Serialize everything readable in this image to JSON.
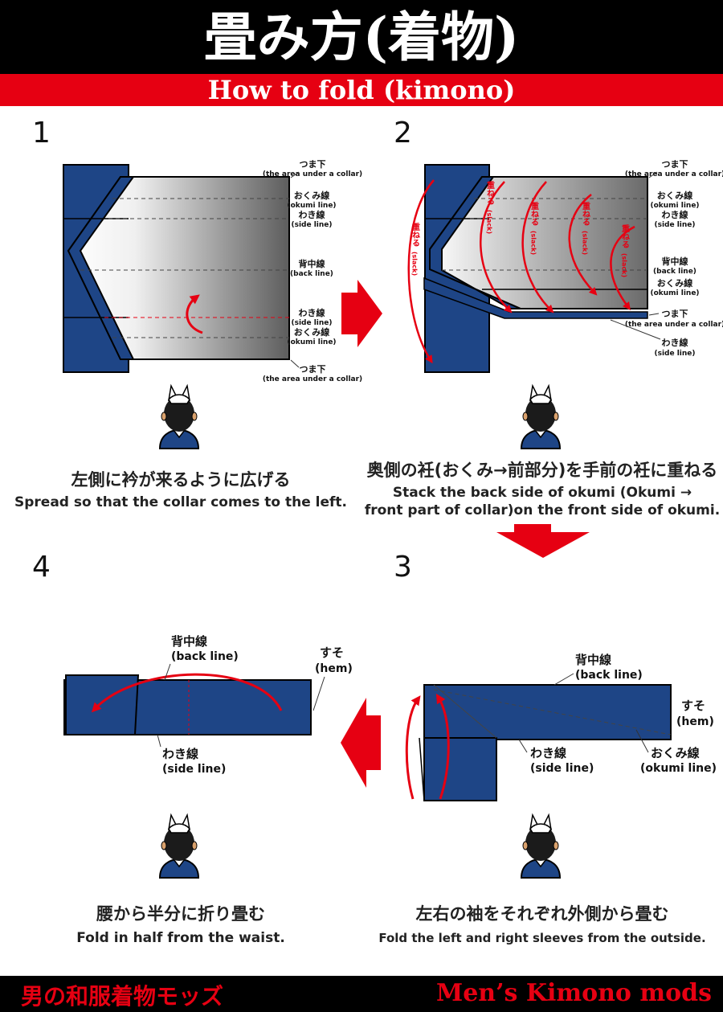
{
  "title": "畳み方(着物)",
  "subtitle": "How to fold (kimono)",
  "footer": {
    "jp": "男の和服着物モッズ",
    "en": "Men’s Kimono mods"
  },
  "colors": {
    "navy": "#1e4586",
    "red": "#e60012",
    "black": "#000000"
  },
  "steps": [
    {
      "number": "1",
      "caption_jp": "左側に衿が来るように広げる",
      "caption_en": "Spread so that the collar comes to the left.",
      "labels": {
        "tsumashita_jp": "つま下",
        "tsumashita_en": "(the area under a collar)",
        "okumi_jp": "おくみ線",
        "okumi_en": "(okumi line)",
        "waki_jp": "わき線",
        "waki_en": "(side line)",
        "senaka_jp": "背中線",
        "senaka_en": "(back line)"
      }
    },
    {
      "number": "2",
      "caption_jp": "奥側の衽(おくみ→前部分)を手前の衽に重ねる",
      "caption_en_1": "Stack the back side of okumi (Okumi →",
      "caption_en_2": "front part of collar)on the front side of okumi.",
      "stack_jp": "重ねる",
      "stack_en": "(slack)",
      "labels": {
        "tsumashita_jp": "つま下",
        "tsumashita_en": "(the area under a collar)",
        "okumi_jp": "おくみ線",
        "okumi_en": "(okumi line)",
        "waki_jp": "わき線",
        "waki_en": "(side line)",
        "senaka_jp": "背中線",
        "senaka_en": "(back line)"
      }
    },
    {
      "number": "3",
      "caption_jp": "左右の袖をそれぞれ外側から畳む",
      "caption_en": "Fold the left and right sleeves from the outside.",
      "labels": {
        "senaka_jp": "背中線",
        "senaka_en": "(back line)",
        "suso_jp": "すそ",
        "suso_en": "(hem)",
        "waki_jp": "わき線",
        "waki_en": "(side line)",
        "okumi_jp": "おくみ線",
        "okumi_en": "(okumi line)"
      }
    },
    {
      "number": "4",
      "caption_jp": "腰から半分に折り畳む",
      "caption_en": "Fold in half from the waist.",
      "labels": {
        "senaka_jp": "背中線",
        "senaka_en": "(back line)",
        "suso_jp": "すそ",
        "suso_en": "(hem)",
        "waki_jp": "わき線",
        "waki_en": "(side line)"
      }
    }
  ]
}
